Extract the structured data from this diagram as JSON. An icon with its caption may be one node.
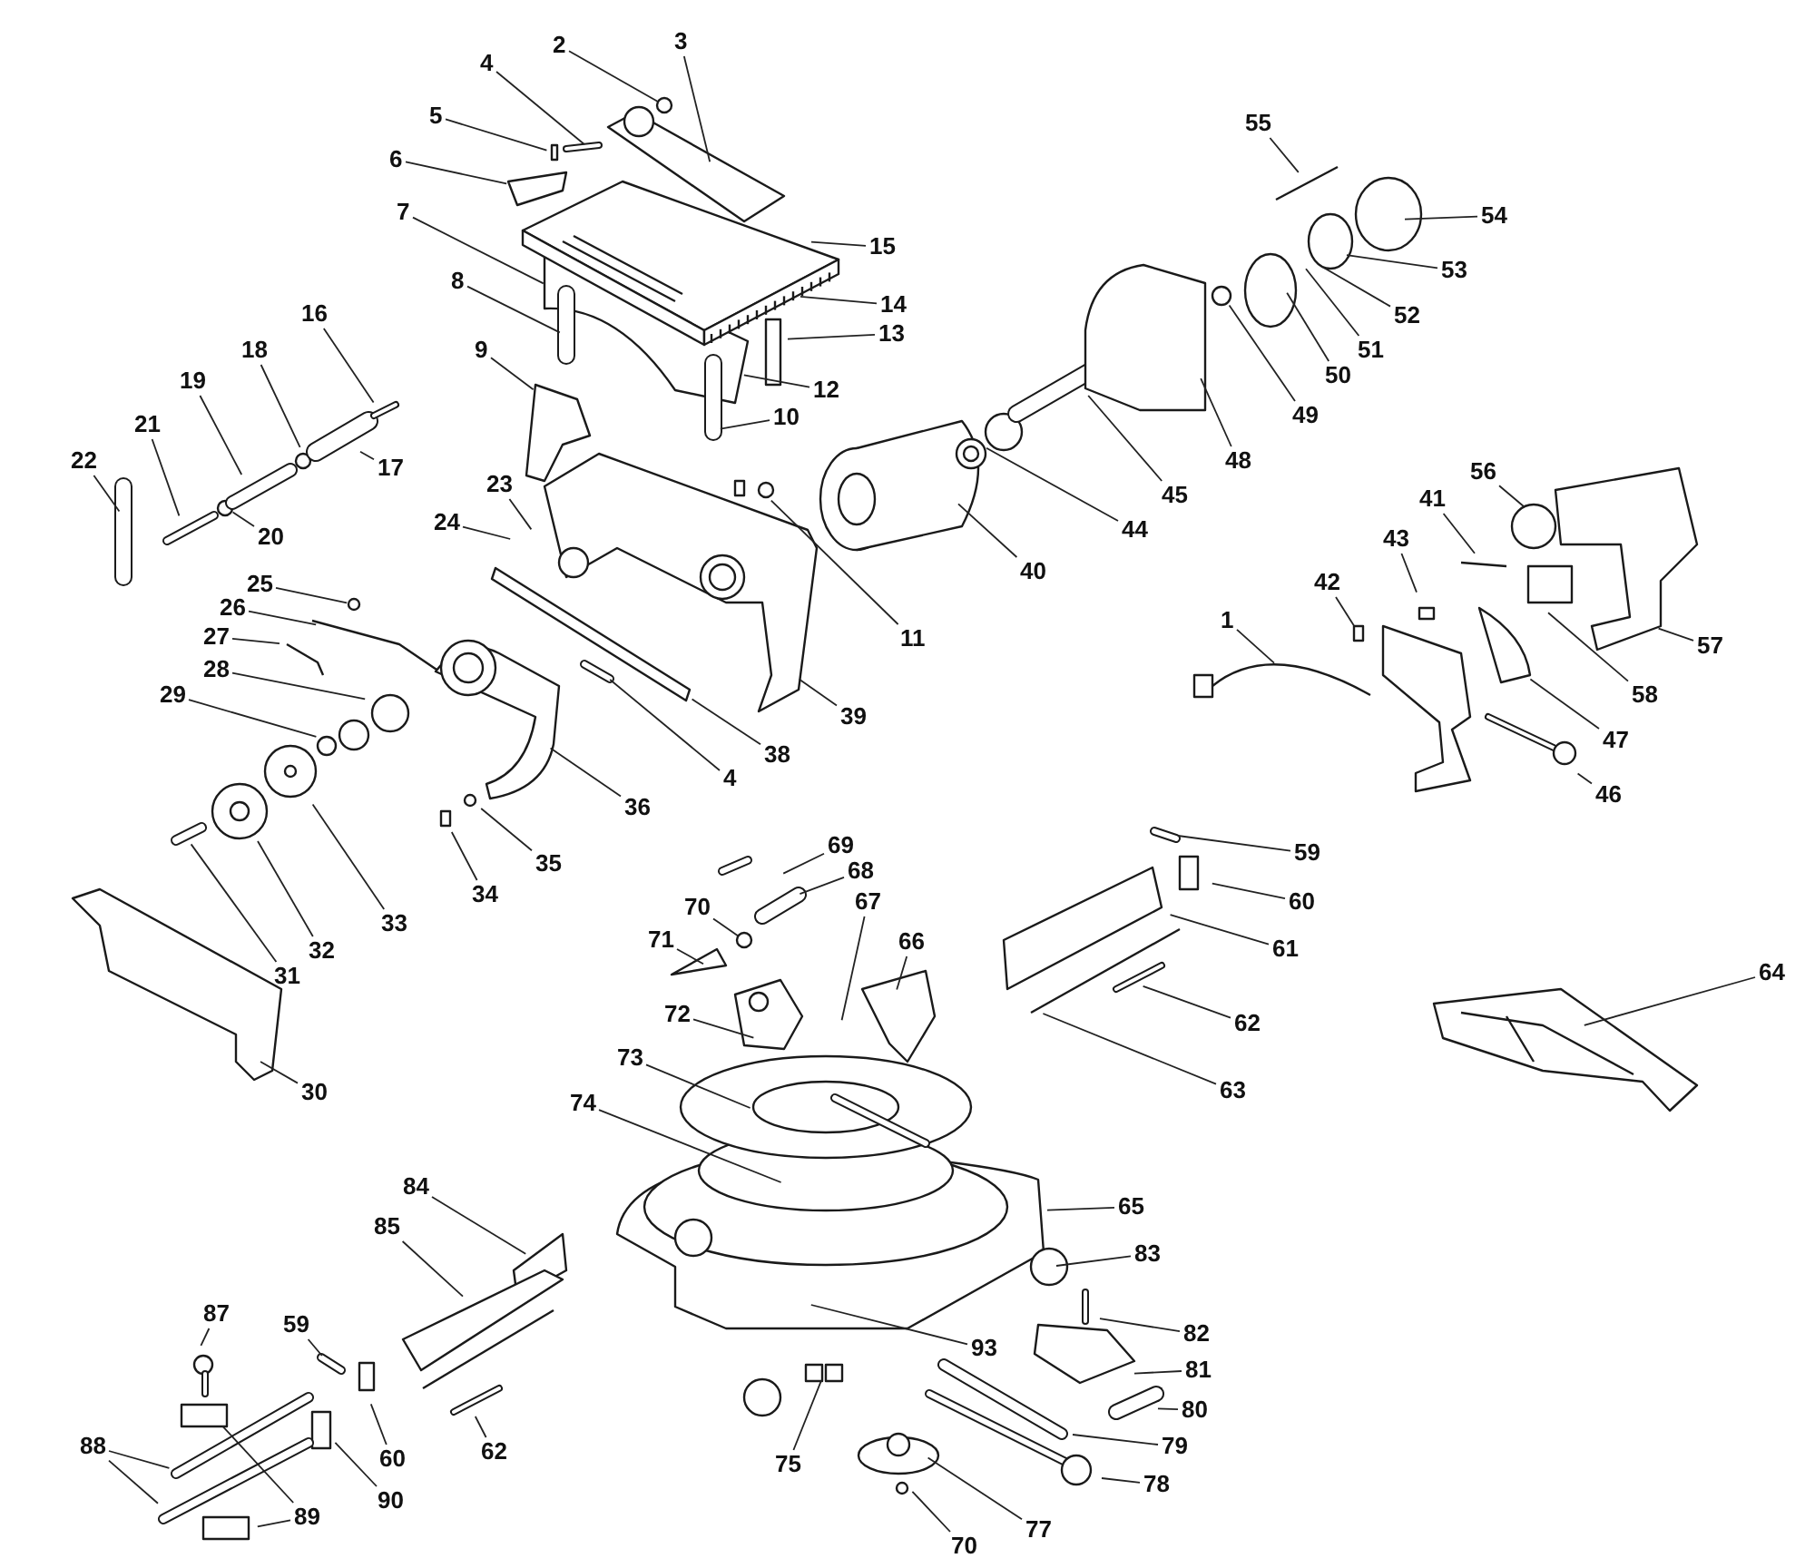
{
  "diagram": {
    "nodes": [
      {
        "text": [
          "3"
        ]
      },
      {
        "text": [
          "2"
        ]
      },
      {
        "text": [
          "4"
        ]
      },
      {
        "text": [
          "5"
        ]
      },
      {
        "text": [
          "55"
        ]
      },
      {
        "text": [
          "6"
        ]
      },
      {
        "text": [
          "7"
        ]
      },
      {
        "text": [
          "54"
        ]
      },
      {
        "text": [
          "15"
        ]
      },
      {
        "text": [
          "53"
        ]
      },
      {
        "text": [
          "8"
        ]
      },
      {
        "text": [
          "14"
        ]
      },
      {
        "text": [
          "16"
        ]
      },
      {
        "text": [
          "52"
        ]
      },
      {
        "text": [
          "13"
        ]
      },
      {
        "text": [
          "18"
        ]
      },
      {
        "text": [
          "9"
        ]
      },
      {
        "text": [
          "51"
        ]
      },
      {
        "text": [
          "50"
        ]
      },
      {
        "text": [
          "19"
        ]
      },
      {
        "text": [
          "12"
        ]
      },
      {
        "text": [
          "49"
        ]
      },
      {
        "text": [
          "10"
        ]
      },
      {
        "text": [
          "21"
        ]
      },
      {
        "text": [
          "48"
        ]
      },
      {
        "text": [
          "22"
        ]
      },
      {
        "text": [
          "17"
        ]
      },
      {
        "text": [
          "56"
        ]
      },
      {
        "text": [
          "23"
        ]
      },
      {
        "text": [
          "45"
        ]
      },
      {
        "text": [
          "41"
        ]
      },
      {
        "text": [
          "24"
        ]
      },
      {
        "text": [
          "44"
        ]
      },
      {
        "text": [
          "20"
        ]
      },
      {
        "text": [
          "43"
        ]
      },
      {
        "text": [
          "40"
        ]
      },
      {
        "text": [
          "42"
        ]
      },
      {
        "text": [
          "25"
        ]
      },
      {
        "text": [
          "26"
        ]
      },
      {
        "text": [
          "1"
        ]
      },
      {
        "text": [
          "27"
        ]
      },
      {
        "text": [
          "11"
        ]
      },
      {
        "text": [
          "57"
        ]
      },
      {
        "text": [
          "28"
        ]
      },
      {
        "text": [
          "29"
        ]
      },
      {
        "text": [
          "58"
        ]
      },
      {
        "text": [
          "39"
        ]
      },
      {
        "text": [
          "47"
        ]
      },
      {
        "text": [
          "38"
        ]
      },
      {
        "text": [
          "4"
        ]
      },
      {
        "text": [
          "46"
        ]
      },
      {
        "text": [
          "36"
        ]
      },
      {
        "text": [
          "69"
        ]
      },
      {
        "text": [
          "59"
        ]
      },
      {
        "text": [
          "35"
        ]
      },
      {
        "text": [
          "68"
        ]
      },
      {
        "text": [
          "34"
        ]
      },
      {
        "text": [
          "60"
        ]
      },
      {
        "text": [
          "67"
        ]
      },
      {
        "text": [
          "70"
        ]
      },
      {
        "text": [
          "33"
        ]
      },
      {
        "text": [
          "71"
        ]
      },
      {
        "text": [
          "66"
        ]
      },
      {
        "text": [
          "61"
        ]
      },
      {
        "text": [
          "32"
        ]
      },
      {
        "text": [
          "64"
        ]
      },
      {
        "text": [
          "31"
        ]
      },
      {
        "text": [
          "72"
        ]
      },
      {
        "text": [
          "62"
        ]
      },
      {
        "text": [
          "73"
        ]
      },
      {
        "text": [
          "63"
        ]
      },
      {
        "text": [
          "30"
        ]
      },
      {
        "text": [
          "74"
        ]
      },
      {
        "text": [
          "84"
        ]
      },
      {
        "text": [
          "65"
        ]
      },
      {
        "text": [
          "85"
        ]
      },
      {
        "text": [
          "83"
        ]
      },
      {
        "text": [
          "87"
        ]
      },
      {
        "text": [
          "59"
        ]
      },
      {
        "text": [
          "82"
        ]
      },
      {
        "text": [
          "93"
        ]
      },
      {
        "text": [
          "81"
        ]
      },
      {
        "text": [
          "80"
        ]
      },
      {
        "text": [
          "88"
        ]
      },
      {
        "text": [
          "79"
        ]
      },
      {
        "text": [
          "60"
        ]
      },
      {
        "text": [
          "62"
        ]
      },
      {
        "text": [
          "75"
        ]
      },
      {
        "text": [
          "78"
        ]
      },
      {
        "text": [
          "90"
        ]
      },
      {
        "text": [
          "89"
        ]
      },
      {
        "text": [
          "77"
        ]
      },
      {
        "text": [
          "70"
        ]
      }
    ],
    "edges": [
      {
        "from": 0,
        "to": null,
        "arrow": "none"
      },
      {
        "from": 1,
        "to": null,
        "arrow": "none"
      },
      {
        "from": 2,
        "to": null,
        "arrow": "none"
      },
      {
        "from": 3,
        "to": null,
        "arrow": "none"
      },
      {
        "from": 4,
        "to": null,
        "arrow": "none"
      },
      {
        "from": 5,
        "to": null,
        "arrow": "none"
      },
      {
        "from": 6,
        "to": null,
        "arrow": "none"
      },
      {
        "from": 7,
        "to": null,
        "arrow": "none"
      },
      {
        "from": 8,
        "to": null,
        "arrow": "none"
      },
      {
        "from": 9,
        "to": null,
        "arrow": "none"
      },
      {
        "from": 10,
        "to": null,
        "arrow": "none"
      },
      {
        "from": 11,
        "to": null,
        "arrow": "none"
      },
      {
        "from": 12,
        "to": null,
        "arrow": "none"
      },
      {
        "from": 13,
        "to": null,
        "arrow": "none"
      },
      {
        "from": 14,
        "to": null,
        "arrow": "none"
      },
      {
        "from": 15,
        "to": null,
        "arrow": "none"
      },
      {
        "from": 16,
        "to": null,
        "arrow": "none"
      },
      {
        "from": 17,
        "to": null,
        "arrow": "none"
      },
      {
        "from": 18,
        "to": null,
        "arrow": "none"
      },
      {
        "from": 19,
        "to": null,
        "arrow": "none"
      },
      {
        "from": 20,
        "to": null,
        "arrow": "none"
      },
      {
        "from": 21,
        "to": null,
        "arrow": "none"
      },
      {
        "from": 22,
        "to": null,
        "arrow": "none"
      },
      {
        "from": 23,
        "to": null,
        "arrow": "none"
      },
      {
        "from": 24,
        "to": null,
        "arrow": "none"
      },
      {
        "from": 25,
        "to": null,
        "arrow": "none"
      },
      {
        "from": 26,
        "to": null,
        "arrow": "none"
      },
      {
        "from": 27,
        "to": null,
        "arrow": "none"
      },
      {
        "from": 28,
        "to": null,
        "arrow": "none"
      },
      {
        "from": 29,
        "to": null,
        "arrow": "none"
      },
      {
        "from": 30,
        "to": null,
        "arrow": "none"
      },
      {
        "from": 31,
        "to": null,
        "arrow": "none"
      },
      {
        "from": 32,
        "to": null,
        "arrow": "none"
      },
      {
        "from": 33,
        "to": null,
        "arrow": "none"
      },
      {
        "from": 34,
        "to": null,
        "arrow": "none"
      },
      {
        "from": 35,
        "to": null,
        "arrow": "none"
      },
      {
        "from": 36,
        "to": null,
        "arrow": "none"
      },
      {
        "from": 37,
        "to": null,
        "arrow": "none"
      },
      {
        "from": 38,
        "to": null,
        "arrow": "none"
      },
      {
        "from": 39,
        "to": null,
        "arrow": "none"
      },
      {
        "from": 40,
        "to": null,
        "arrow": "none"
      },
      {
        "from": 41,
        "to": null,
        "arrow": "none"
      },
      {
        "from": 42,
        "to": null,
        "arrow": "none"
      },
      {
        "from": 43,
        "to": null,
        "arrow": "none"
      },
      {
        "from": 44,
        "to": null,
        "arrow": "none"
      },
      {
        "from": 45,
        "to": null,
        "arrow": "none"
      },
      {
        "from": 46,
        "to": null,
        "arrow": "none"
      },
      {
        "from": 47,
        "to": null,
        "arrow": "none"
      },
      {
        "from": 48,
        "to": null,
        "arrow": "none"
      },
      {
        "from": 49,
        "to": null,
        "arrow": "none"
      },
      {
        "from": 50,
        "to": null,
        "arrow": "none"
      },
      {
        "from": 51,
        "to": null,
        "arrow": "none"
      },
      {
        "from": 52,
        "to": null,
        "arrow": "none"
      },
      {
        "from": 53,
        "to": null,
        "arrow": "none"
      },
      {
        "from": 54,
        "to": null,
        "arrow": "none"
      },
      {
        "from": 55,
        "to": null,
        "arrow": "none"
      },
      {
        "from": 56,
        "to": null,
        "arrow": "none"
      },
      {
        "from": 57,
        "to": null,
        "arrow": "none"
      },
      {
        "from": 58,
        "to": null,
        "arrow": "none"
      },
      {
        "from": 59,
        "to": null,
        "arrow": "none"
      },
      {
        "from": 60,
        "to": null,
        "arrow": "none"
      },
      {
        "from": 61,
        "to": null,
        "arrow": "none"
      },
      {
        "from": 62,
        "to": null,
        "arrow": "none"
      },
      {
        "from": 63,
        "to": null,
        "arrow": "none"
      },
      {
        "from": 64,
        "to": null,
        "arrow": "none"
      },
      {
        "from": 65,
        "to": null,
        "arrow": "none"
      },
      {
        "from": 66,
        "to": null,
        "arrow": "none"
      },
      {
        "from": 67,
        "to": null,
        "arrow": "none"
      },
      {
        "from": 68,
        "to": null,
        "arrow": "none"
      },
      {
        "from": 69,
        "to": null,
        "arrow": "none"
      },
      {
        "from": 70,
        "to": null,
        "arrow": "none"
      },
      {
        "from": 71,
        "to": null,
        "arrow": "none"
      },
      {
        "from": 72,
        "to": null,
        "arrow": "none"
      },
      {
        "from": 73,
        "to": null,
        "arrow": "none"
      },
      {
        "from": 74,
        "to": null,
        "arrow": "none"
      },
      {
        "from": 75,
        "to": null,
        "arrow": "none"
      },
      {
        "from": 76,
        "to": null,
        "arrow": "none"
      },
      {
        "from": 77,
        "to": null,
        "arrow": "none"
      },
      {
        "from": 78,
        "to": null,
        "arrow": "none"
      },
      {
        "from": 79,
        "to": null,
        "arrow": "none"
      },
      {
        "from": 80,
        "to": null,
        "arrow": "none"
      },
      {
        "from": 81,
        "to": null,
        "arrow": "none"
      },
      {
        "from": 82,
        "to": null,
        "arrow": "none"
      },
      {
        "from": 83,
        "to": null,
        "arrow": "none"
      },
      {
        "from": 83,
        "to": null,
        "arrow": "none"
      },
      {
        "from": 84,
        "to": null,
        "arrow": "none"
      },
      {
        "from": 85,
        "to": null,
        "arrow": "none"
      },
      {
        "from": 86,
        "to": null,
        "arrow": "none"
      },
      {
        "from": 87,
        "to": null,
        "arrow": "none"
      },
      {
        "from": 88,
        "to": null,
        "arrow": "none"
      },
      {
        "from": 89,
        "to": null,
        "arrow": "none"
      },
      {
        "from": 90,
        "to": null,
        "arrow": "none"
      },
      {
        "from": 90,
        "to": null,
        "arrow": "none"
      },
      {
        "from": 91,
        "to": null,
        "arrow": "none"
      },
      {
        "from": 92,
        "to": null,
        "arrow": "none"
      }
    ]
  }
}
